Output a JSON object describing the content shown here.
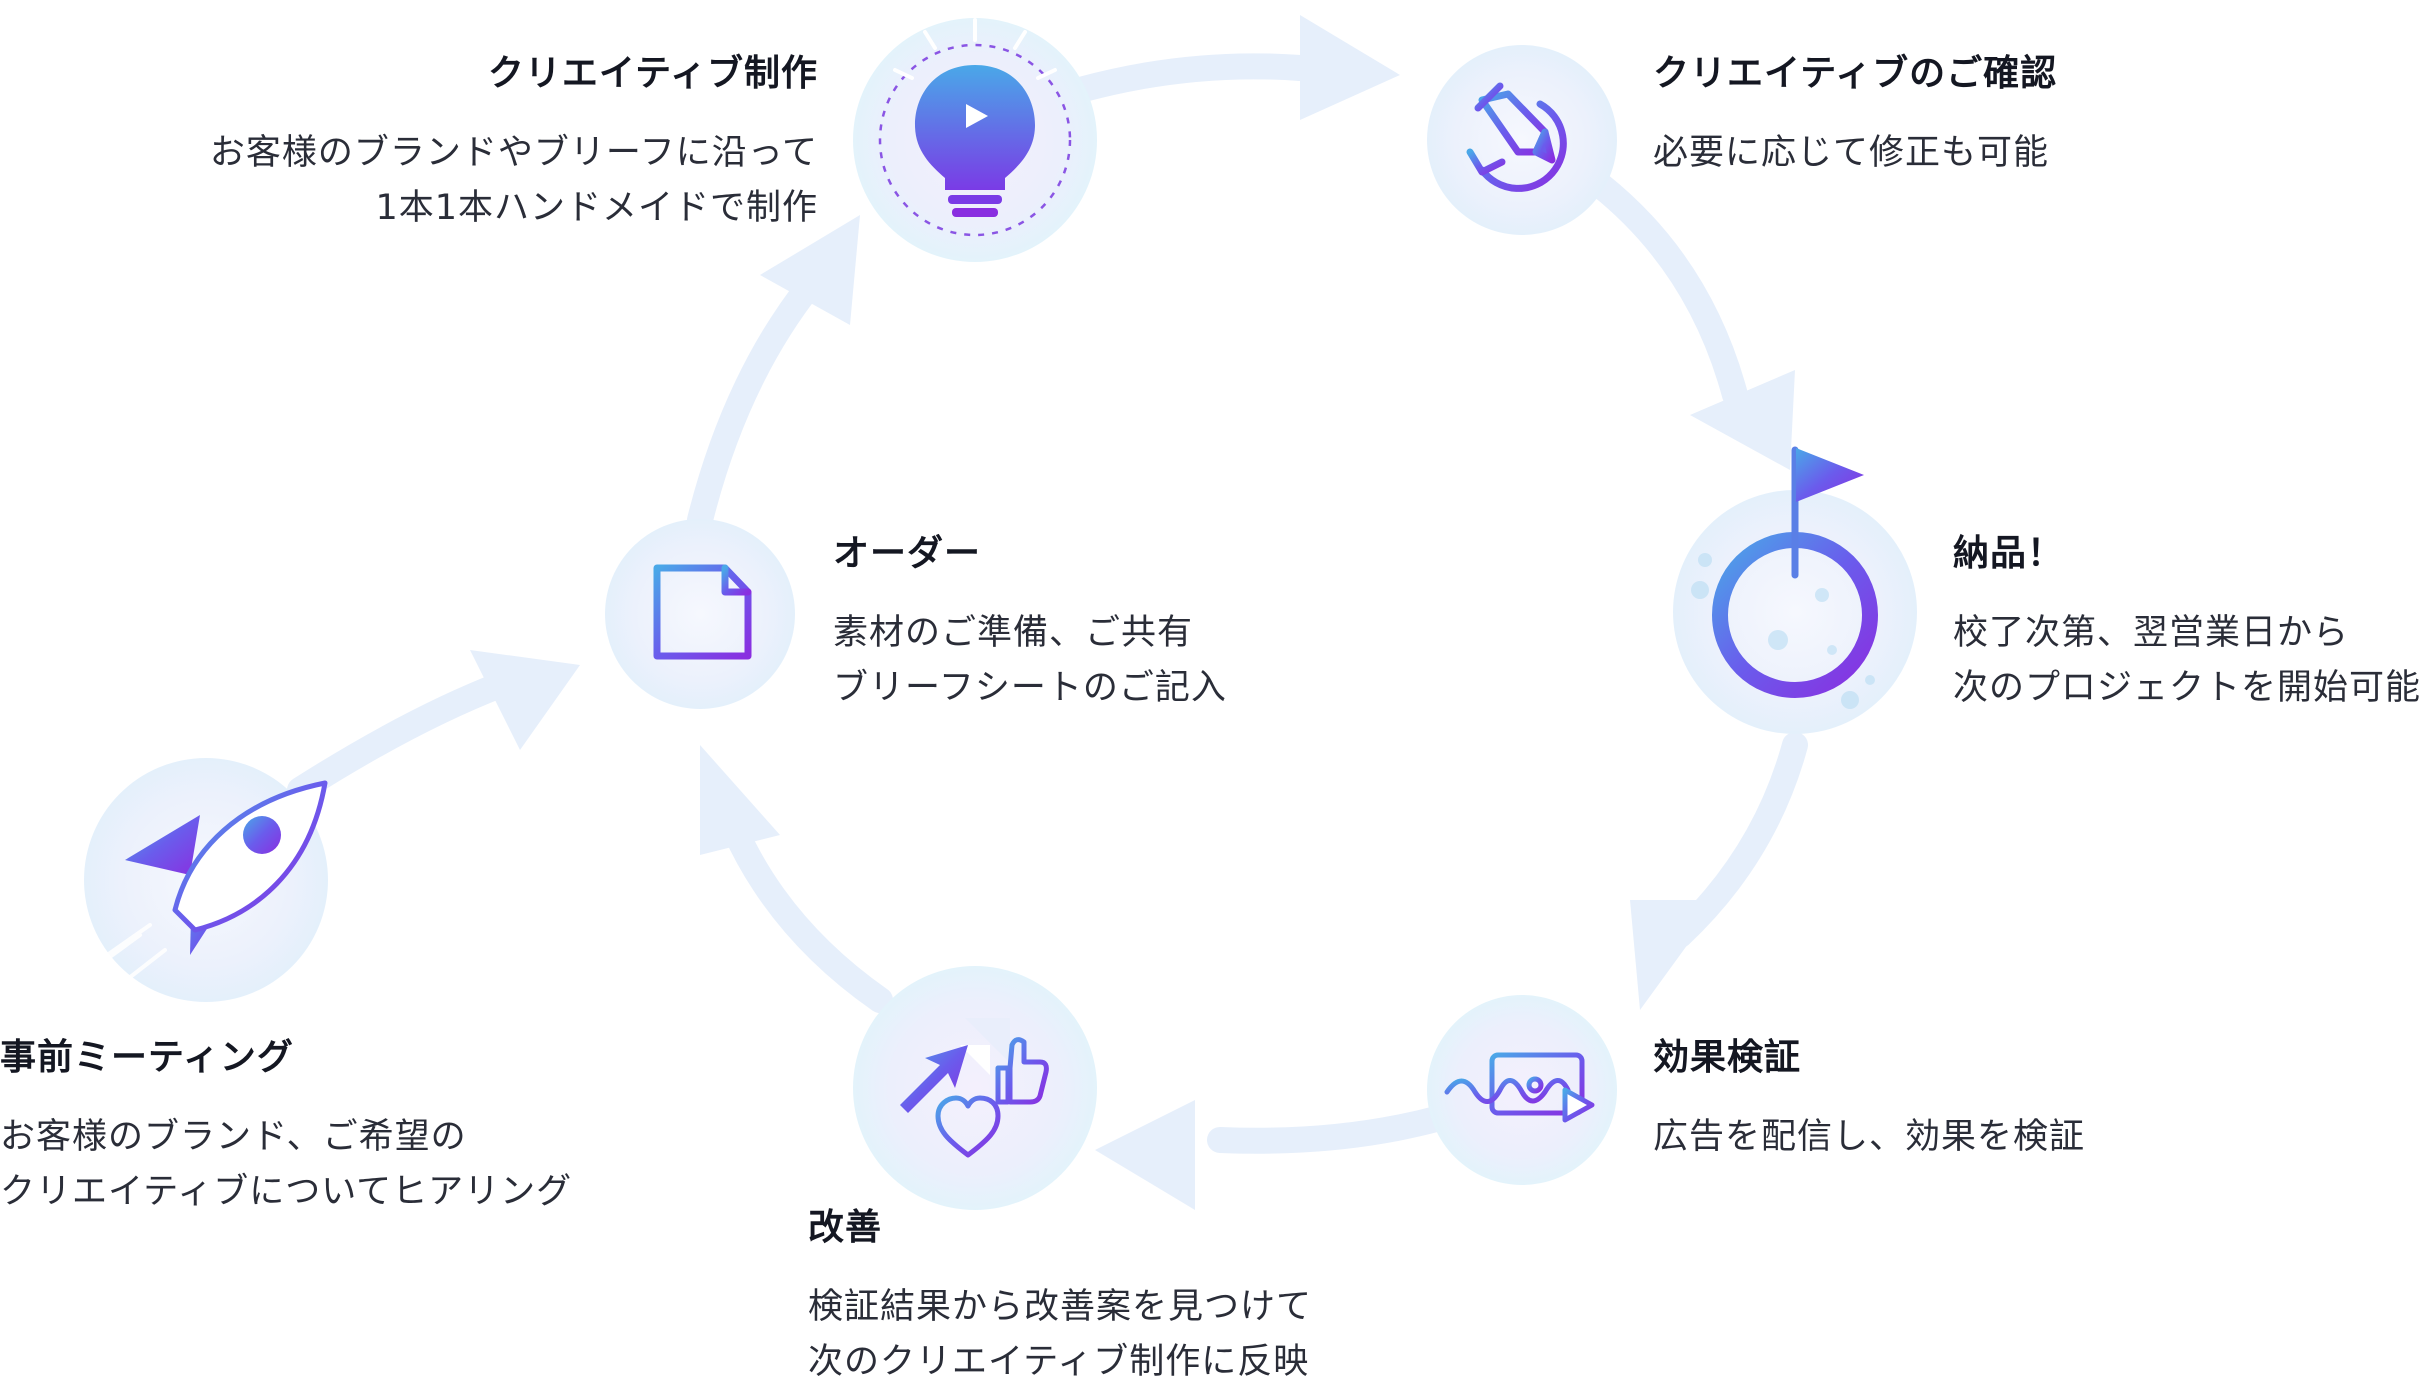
{
  "colors": {
    "arrow": "#e6effb",
    "circle_light": "#e8f3fb",
    "circle_lavender": "#eeeefb",
    "gradient_start": "#4aa8e8",
    "gradient_mid": "#6a5cec",
    "gradient_end": "#8a2ee0",
    "title": "#141722",
    "body_text": "#2a2d38"
  },
  "steps": [
    {
      "id": "creative-production",
      "title": "クリエイティブ制作",
      "desc": [
        "お客様のブランドやブリーフに沿って",
        "1本1本ハンドメイドで制作"
      ],
      "icon": "lightbulb-play-icon"
    },
    {
      "id": "creative-review",
      "title": "クリエイティブのご確認",
      "desc": [
        "必要に応じて修正も可能"
      ],
      "icon": "pencil-refresh-icon"
    },
    {
      "id": "delivery",
      "title": "納品！",
      "desc": [
        "校了次第、翌営業日から",
        "次のプロジェクトを開始可能"
      ],
      "icon": "moon-flag-icon"
    },
    {
      "id": "effect-verification",
      "title": "効果検証",
      "desc": [
        "広告を配信し、効果を検証"
      ],
      "icon": "video-ad-icon"
    },
    {
      "id": "improvement",
      "title": "改善",
      "desc": [
        "検証結果から改善案を見つけて",
        "次のクリエイティブ制作に反映"
      ],
      "icon": "arrow-thumbs-heart-icon"
    },
    {
      "id": "order",
      "title": "オーダー",
      "desc": [
        "素材のご準備、ご共有",
        "ブリーフシートのご記入"
      ],
      "icon": "document-icon"
    },
    {
      "id": "pre-meeting",
      "title": "事前ミーティング",
      "desc": [
        "お客様のブランド、ご希望の",
        "クリエイティブについてヒアリング"
      ],
      "icon": "rocket-icon"
    }
  ]
}
